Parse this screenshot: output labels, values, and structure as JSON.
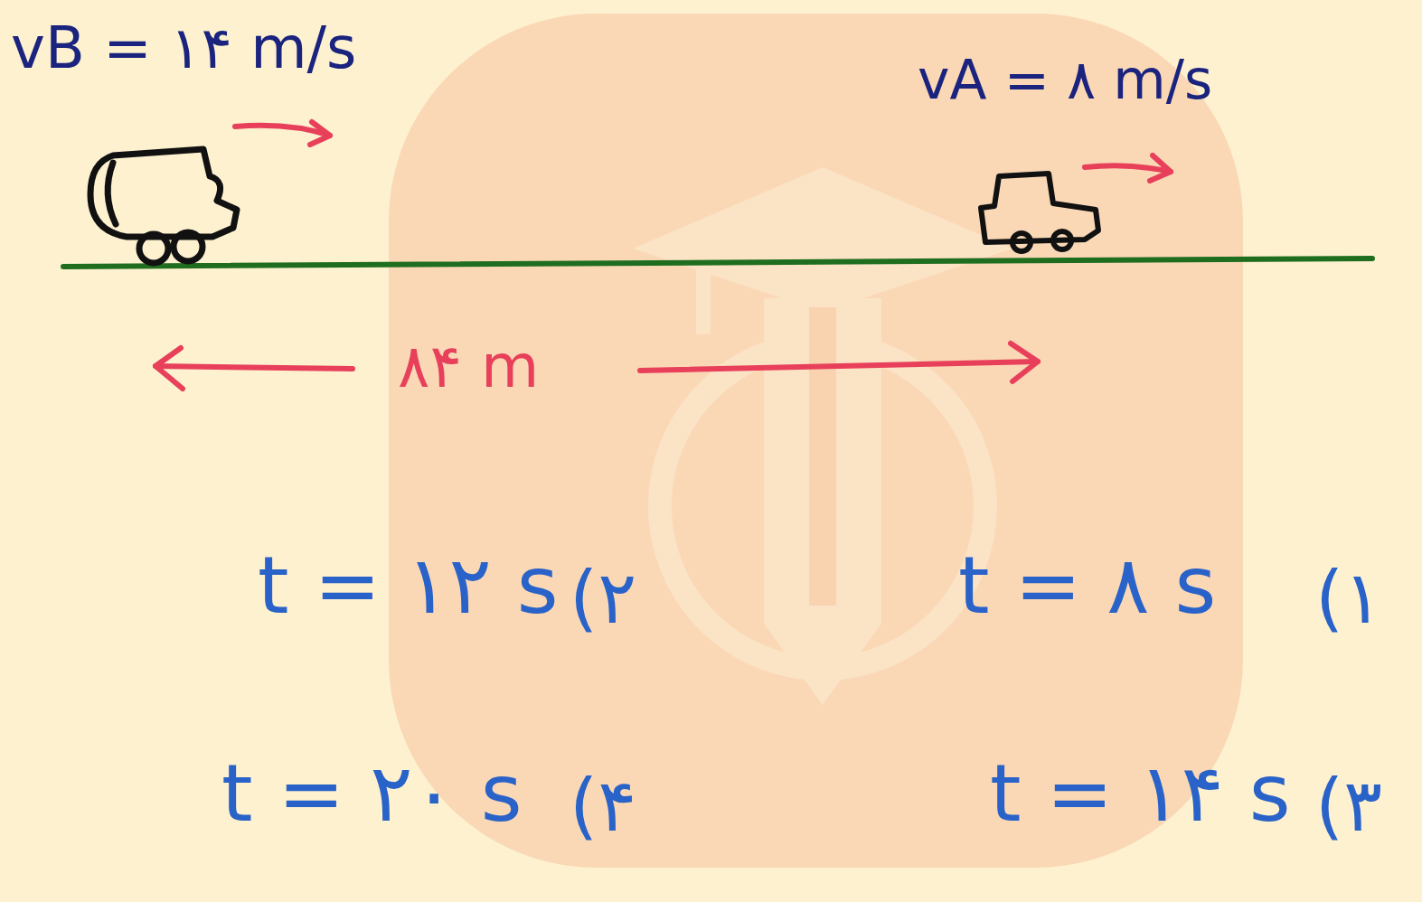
{
  "diagram": {
    "labels": [
      "vB = ۱۴ m/s",
      "vA = ۸ m/s",
      "۸۴ m",
      "t = ۸ s",
      "۱)",
      "t = ۱۲ s",
      "۲)",
      "t = ۱۴ s",
      "۳)",
      "t = ۲۰ s",
      "۴)"
    ]
  }
}
